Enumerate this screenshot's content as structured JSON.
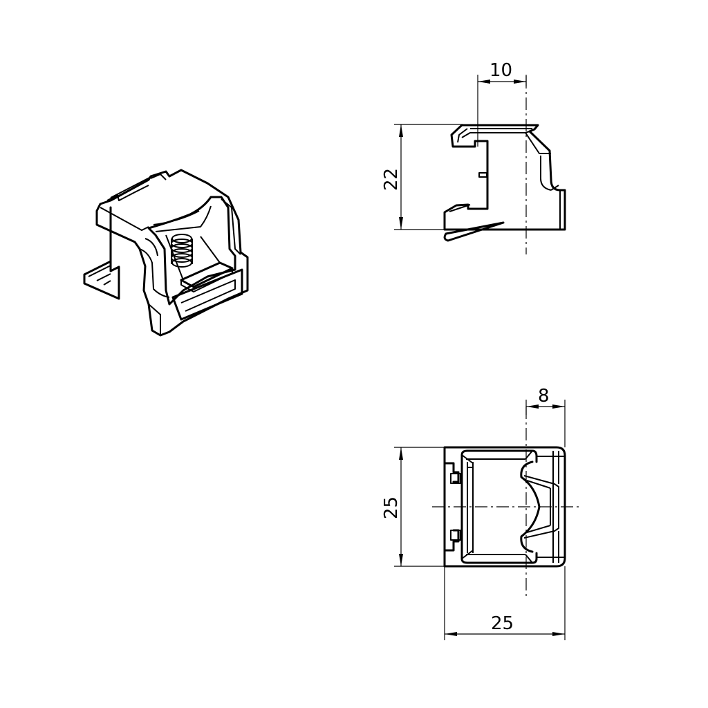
{
  "drawing": {
    "type": "technical drawing",
    "subject": "cable clamp terminal block",
    "background": "#ffffff",
    "line_color": "#000000",
    "views": [
      {
        "name": "isometric-view",
        "label": ""
      },
      {
        "name": "side-view",
        "label": ""
      },
      {
        "name": "top-view",
        "label": ""
      }
    ]
  },
  "dimensions": {
    "side_width": "10",
    "side_height": "22",
    "top_offset": "8",
    "top_height": "25",
    "top_width": "25"
  }
}
